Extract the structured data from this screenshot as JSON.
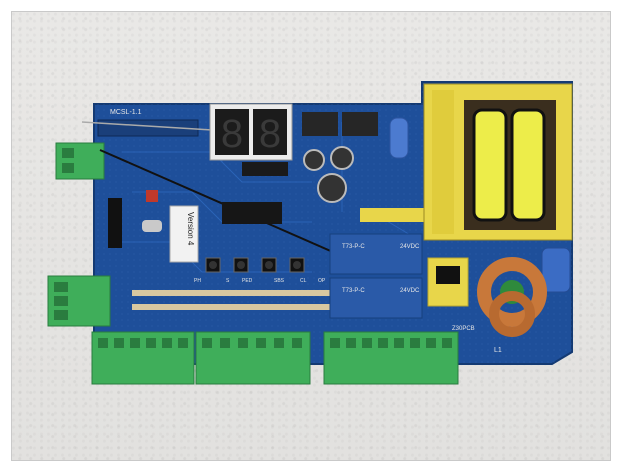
{
  "image": {
    "board_label": "MCSL-1.1",
    "display_digits": "88",
    "firmware_sticker": "Version 4",
    "pcb_label_lower_right": "Z30PCB",
    "inductor_label": "L1",
    "relays": [
      {
        "model": "T73-P-C",
        "voltage": "24VDC"
      },
      {
        "model": "T73-P-C",
        "voltage": "24VDC"
      }
    ],
    "button_labels": [
      "PH",
      "S",
      "PED",
      "SBS",
      "CL",
      "OP"
    ],
    "colors": {
      "pcb": "#1e4f9a",
      "pcb_dark": "#173f7e",
      "terminal_green": "#3fae5a",
      "relay_blue": "#2a5aa8",
      "transformer_yellow": "#e8d64a",
      "background": "#e6e5e3"
    }
  }
}
